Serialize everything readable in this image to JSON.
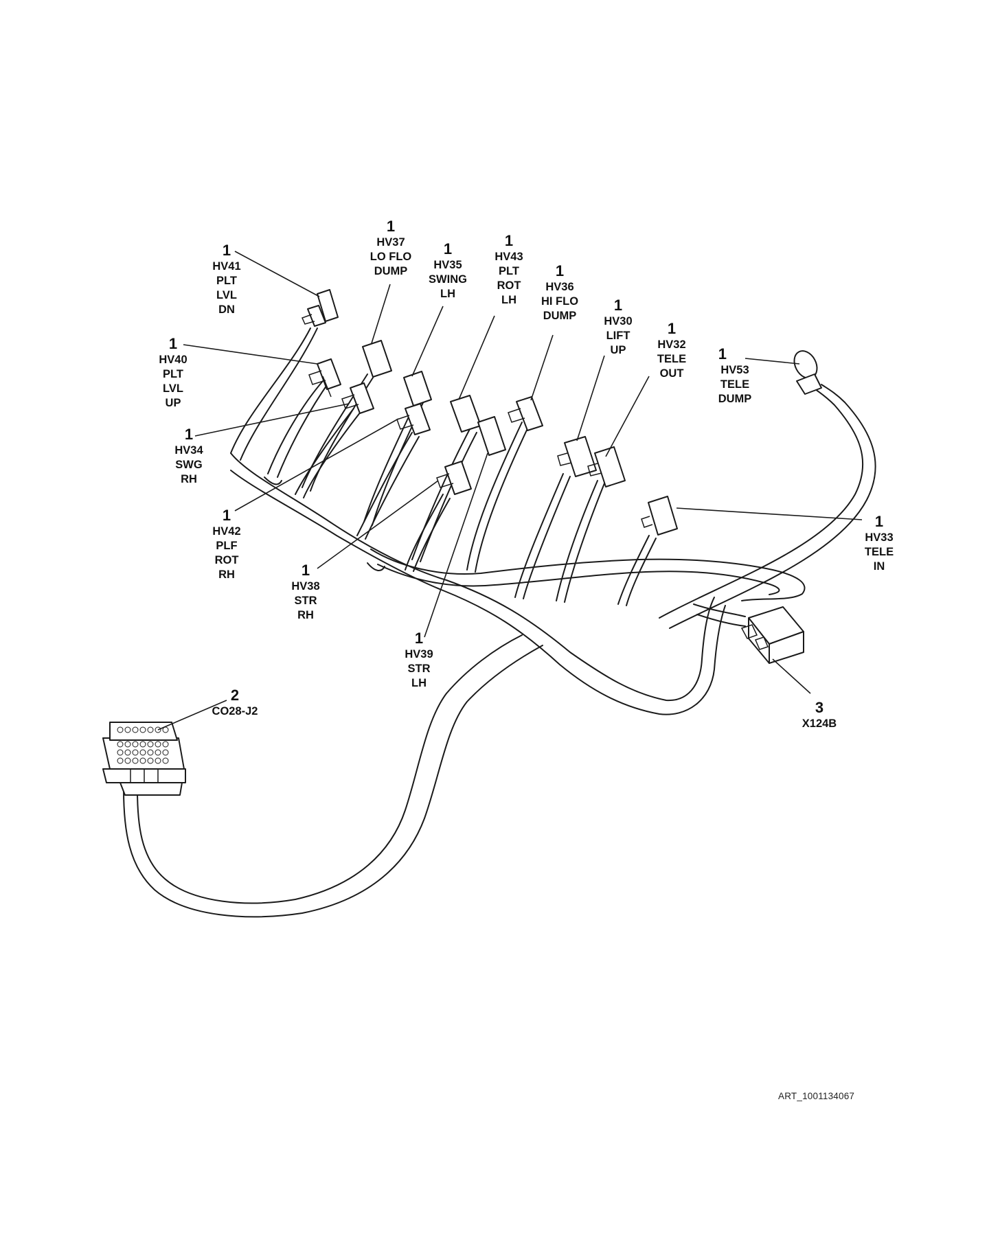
{
  "drawing_id": "ART_1001134067",
  "callouts": [
    {
      "key": "hv41",
      "item": "1",
      "lines": [
        "HV41",
        "PLT",
        "LVL",
        "DN"
      ]
    },
    {
      "key": "hv37",
      "item": "1",
      "lines": [
        "HV37",
        "LO FLO",
        "DUMP"
      ]
    },
    {
      "key": "hv35",
      "item": "1",
      "lines": [
        "HV35",
        "SWING",
        "LH"
      ]
    },
    {
      "key": "hv43",
      "item": "1",
      "lines": [
        "HV43",
        "PLT",
        "ROT",
        "LH"
      ]
    },
    {
      "key": "hv36",
      "item": "1",
      "lines": [
        "HV36",
        "HI FLO",
        "DUMP"
      ]
    },
    {
      "key": "hv30",
      "item": "1",
      "lines": [
        "HV30",
        "LIFT",
        "UP"
      ]
    },
    {
      "key": "hv32",
      "item": "1",
      "lines": [
        "HV32",
        "TELE",
        "OUT"
      ]
    },
    {
      "key": "hv53",
      "item": "1",
      "lines": [
        "HV53",
        "TELE",
        "DUMP"
      ]
    },
    {
      "key": "hv40",
      "item": "1",
      "lines": [
        "HV40",
        "PLT",
        "LVL",
        "UP"
      ]
    },
    {
      "key": "hv34",
      "item": "1",
      "lines": [
        "HV34",
        "SWG",
        "RH"
      ]
    },
    {
      "key": "hv42",
      "item": "1",
      "lines": [
        "HV42",
        "PLF",
        "ROT",
        "RH"
      ]
    },
    {
      "key": "hv38",
      "item": "1",
      "lines": [
        "HV38",
        "STR",
        "RH"
      ]
    },
    {
      "key": "hv39",
      "item": "1",
      "lines": [
        "HV39",
        "STR",
        "LH"
      ]
    },
    {
      "key": "hv33",
      "item": "1",
      "lines": [
        "HV33",
        "TELE",
        "IN"
      ]
    },
    {
      "key": "co28",
      "item": "2",
      "lines": [
        "CO28-J2"
      ]
    },
    {
      "key": "x124b",
      "item": "3",
      "lines": [
        "X124B"
      ]
    }
  ]
}
